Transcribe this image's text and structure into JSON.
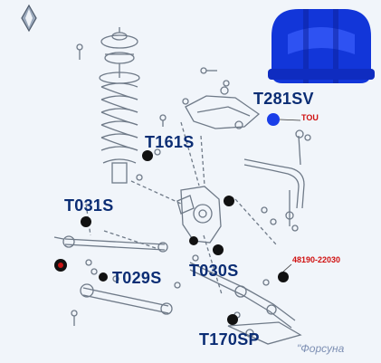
{
  "labels": {
    "t281sv": "T281SV",
    "tou": "TOU",
    "t161s": "T161S",
    "t031s": "T031S",
    "t029s": "T029S",
    "t030s": "T030S",
    "oem_part": "48190-22030",
    "t170sp": "T170SP"
  },
  "watermark": "\"Форсуна",
  "colors": {
    "label_blue": "#0b2d74",
    "marker_blue": "#1a3ee8",
    "bushing_blue": "#1236d9",
    "oem_red": "#d01010",
    "marker_black": "#111111",
    "marker_red_center": "#c81414",
    "line_art": "#6f7a88",
    "background": "#f1f5fa"
  },
  "icons": {
    "logo": "diamond-logo-icon",
    "bushing": "stabilizer-bushing-icon"
  }
}
